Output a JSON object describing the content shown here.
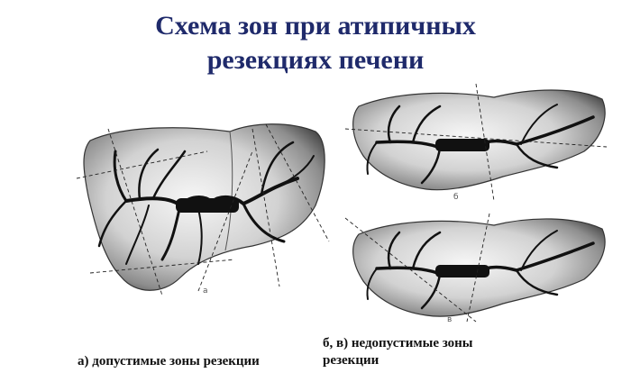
{
  "title": {
    "line1": "Схема зон при атипичных",
    "line2": "резекциях печени"
  },
  "figures": {
    "a_letter": "а",
    "b_letter": "б",
    "c_letter": "в"
  },
  "captions": {
    "left": "а) допустимые зоны резекции",
    "right_line1": "б, в) недопустимые зоны",
    "right_line2": "резекции"
  },
  "colors": {
    "title": "#1f2a6b",
    "organ_fill": "#cfcfcf",
    "organ_dark": "#7a7a7a",
    "vessel": "#111111"
  }
}
